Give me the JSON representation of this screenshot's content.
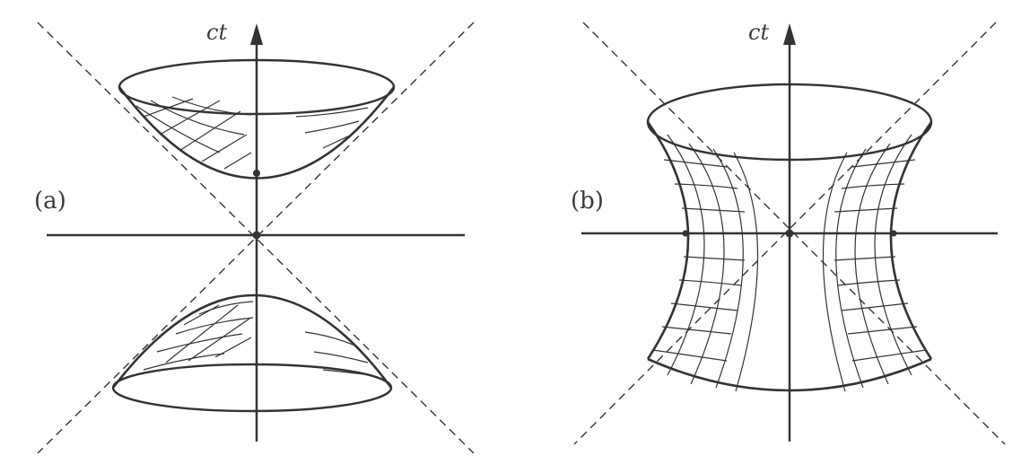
{
  "figure": {
    "panels": [
      {
        "id": "a",
        "label": "(a)",
        "axis_label": "ct"
      },
      {
        "id": "b",
        "label": "(b)",
        "axis_label": "ct"
      }
    ],
    "colors": {
      "ink": "#333333",
      "background": "#ffffff"
    }
  }
}
